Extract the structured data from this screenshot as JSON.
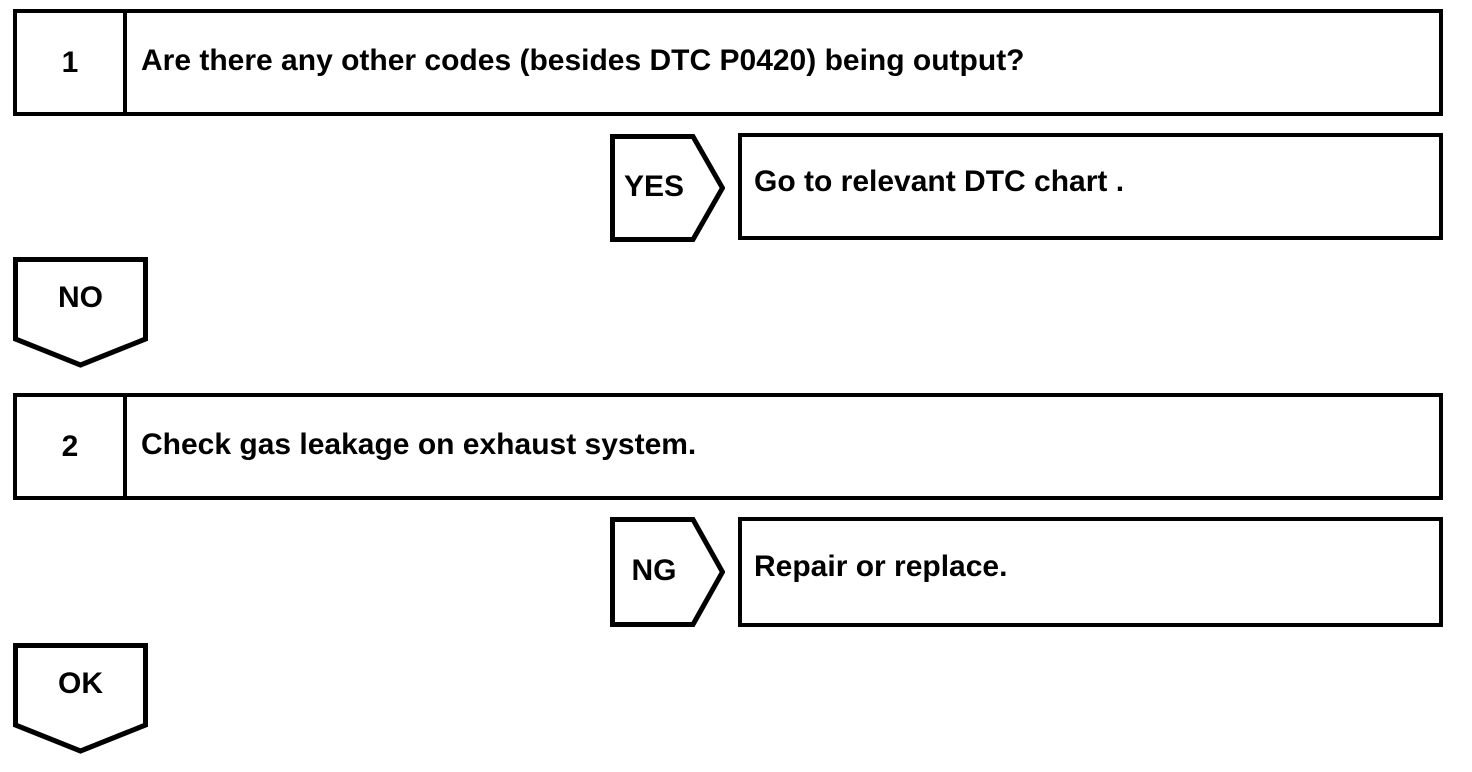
{
  "flowchart": {
    "colors": {
      "line": "#000000",
      "background": "#ffffff"
    },
    "steps": [
      {
        "number": "1",
        "text": "Are there any other codes (besides DTC P0420) being output?"
      },
      {
        "number": "2",
        "text": "Check gas leakage on exhaust system."
      }
    ],
    "branches": [
      {
        "label": "YES",
        "result": "Go to relevant DTC chart ."
      },
      {
        "label": "NG",
        "result": "Repair or replace."
      }
    ],
    "connectors": [
      {
        "label": "NO"
      },
      {
        "label": "OK"
      }
    ]
  }
}
